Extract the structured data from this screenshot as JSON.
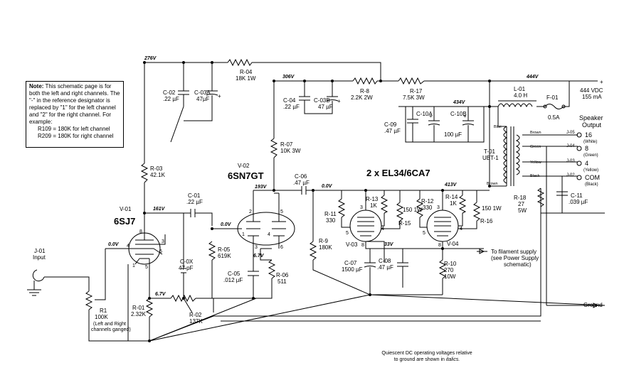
{
  "note": {
    "heading": "Note:",
    "text": "This schematic page is for both the left and right channels. The \"-\" in the reference designator is replaced by \"1\" for the left channel and \"2\" for the right channel. For example:",
    "example1": "R109 = 180K for left channel",
    "example2": "R209 = 180K for right channel"
  },
  "tubes": {
    "v01": {
      "ref": "V-01",
      "type": "6SJ7"
    },
    "v02": {
      "ref": "V-02",
      "type": "6SN7GT"
    },
    "outputs": {
      "type": "2 x EL34/6CA7",
      "v03": "V-03",
      "v04": "V-04"
    }
  },
  "voltages": {
    "b276": "276V",
    "b306": "306V",
    "b444": "444V",
    "b434": "434V",
    "v161": "161V",
    "v193": "193V",
    "v413": "413V",
    "v0a": "0.0V",
    "v0b": "0.0V",
    "v0c": "0.0V",
    "v67a": "6.7V",
    "v67b": "6.7V",
    "v33": "33V"
  },
  "supply": {
    "line1": "444 VDC",
    "line2": "155 mA",
    "plus": "+"
  },
  "components": {
    "r04": {
      "ref": "R-04",
      "val": "18K 1W"
    },
    "r08": {
      "ref": "R-8",
      "val": "2.2K 2W"
    },
    "r17": {
      "ref": "R-17",
      "val": "7.5K 3W"
    },
    "l01": {
      "ref": "L-01",
      "val": "4.0 H"
    },
    "f01": {
      "ref": "F-01",
      "val": "0.5A"
    },
    "c02": {
      "ref": "C-02",
      "val": ".22 µF"
    },
    "c03a": {
      "ref": "C-03A",
      "val": "47µF"
    },
    "c04": {
      "ref": "C-04",
      "val": ".22 µF"
    },
    "c03b": {
      "ref": "C-03B",
      "val": "47 µF"
    },
    "c09": {
      "ref": "C-09",
      "val": ".47 µF"
    },
    "c10a": {
      "ref": "C-10A",
      "val": ""
    },
    "c10b": {
      "ref": "C-10B",
      "val": "100 µF"
    },
    "r07": {
      "ref": "R-07",
      "val": "10K 3W"
    },
    "r03": {
      "ref": "R-03",
      "val": "42.1K"
    },
    "c01": {
      "ref": "C-01",
      "val": ".22 µF"
    },
    "c06": {
      "ref": "C-06",
      "val": ".47 µF"
    },
    "r05": {
      "ref": "R-05",
      "val": "619K"
    },
    "c05": {
      "ref": "C-05",
      "val": ".012 µF"
    },
    "r06": {
      "ref": "R-06",
      "val": "511"
    },
    "c0x": {
      "ref": "C-0X",
      "val": "47 pF"
    },
    "r01": {
      "ref": "R-01",
      "val": "2.32K"
    },
    "r02": {
      "ref": "R-02",
      "val": "137K"
    },
    "r1": {
      "ref": "R1",
      "val": "100K",
      "note1": "(Left and Right",
      "note2": "channels ganged)"
    },
    "r11": {
      "ref": "R-11",
      "val": "330"
    },
    "r13": {
      "ref": "R-13",
      "val": "1K"
    },
    "r15": {
      "ref": "R-15",
      "val": "150 1W"
    },
    "r12": {
      "ref": "R-12",
      "val": "330"
    },
    "r14": {
      "ref": "R-14",
      "val": "1K"
    },
    "r16": {
      "ref": "R-16",
      "val": "150 1W"
    },
    "r9": {
      "ref": "R-9",
      "val": "180K"
    },
    "c07": {
      "ref": "C-07",
      "val": "1500 µF"
    },
    "c08": {
      "ref": "C-08",
      "val": ".47 µF"
    },
    "r10": {
      "ref": "R-10",
      "val": "270",
      "val2": "10W"
    },
    "t01": {
      "ref": "T-01",
      "val": "UBT-1"
    },
    "r18": {
      "ref": "R-18",
      "val": "27",
      "val2": "5W"
    },
    "c11": {
      "ref": "C-11",
      "val": ".039 µF"
    }
  },
  "wires": {
    "blue": "Blue",
    "brown": "Brown",
    "green": "Green",
    "yellow": "Yellow",
    "black": "Black",
    "brown2": "Brown"
  },
  "input": {
    "ref": "J-01",
    "label": "Input"
  },
  "speaker": {
    "title1": "Speaker",
    "title2": "Output",
    "j05": "J-05",
    "j04": "J-04",
    "j03": "J-03",
    "j02": "J-02",
    "t16": "16",
    "t16c": "(White)",
    "t8": "8",
    "t8c": "(Green)",
    "t4": "4",
    "t4c": "(Yellow)",
    "tcom": "COM",
    "tcomc": "(Black)"
  },
  "filament": {
    "line1": "To filament supply",
    "line2": "(see Power Supply",
    "line3": "schematic)"
  },
  "ground": {
    "label": "Ground"
  },
  "footnote": {
    "line1": "Quiescent DC operating voltages relative",
    "line2": "to ground are shown in",
    "italic": "italics."
  },
  "pins": {
    "v01": [
      "8",
      "3",
      "4",
      "6",
      "1",
      "5"
    ],
    "v02": [
      "2",
      "5",
      "1",
      "4",
      "3",
      "6"
    ],
    "v03": [
      "3",
      "4",
      "5",
      "8"
    ],
    "v04": [
      "3",
      "4",
      "5",
      "8"
    ]
  }
}
